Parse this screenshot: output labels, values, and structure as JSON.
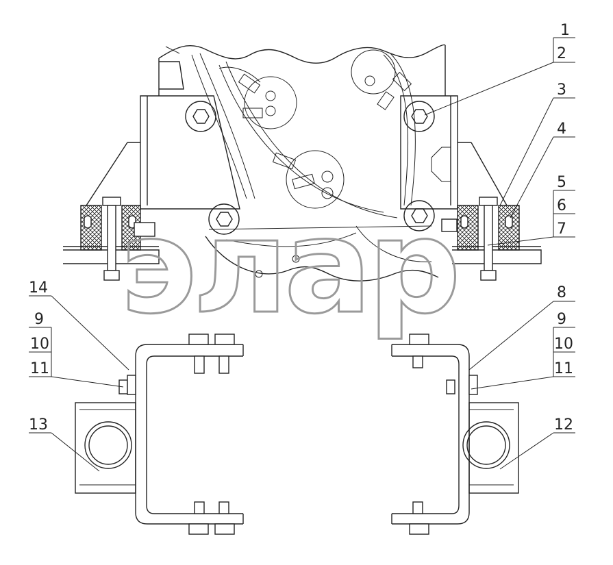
{
  "watermark": "элар",
  "callouts": [
    {
      "id": "c1",
      "label": "1"
    },
    {
      "id": "c2",
      "label": "2"
    },
    {
      "id": "c3",
      "label": "3"
    },
    {
      "id": "c4",
      "label": "4"
    },
    {
      "id": "c5",
      "label": "5"
    },
    {
      "id": "c6",
      "label": "6"
    },
    {
      "id": "c7",
      "label": "7"
    },
    {
      "id": "c8",
      "label": "8"
    },
    {
      "id": "c9r",
      "label": "9"
    },
    {
      "id": "c10r",
      "label": "10"
    },
    {
      "id": "c11r",
      "label": "11"
    },
    {
      "id": "c12",
      "label": "12"
    },
    {
      "id": "c13",
      "label": "13"
    },
    {
      "id": "c14",
      "label": "14"
    },
    {
      "id": "c9l",
      "label": "9"
    },
    {
      "id": "c10l",
      "label": "10"
    },
    {
      "id": "c11l",
      "label": "11"
    }
  ]
}
